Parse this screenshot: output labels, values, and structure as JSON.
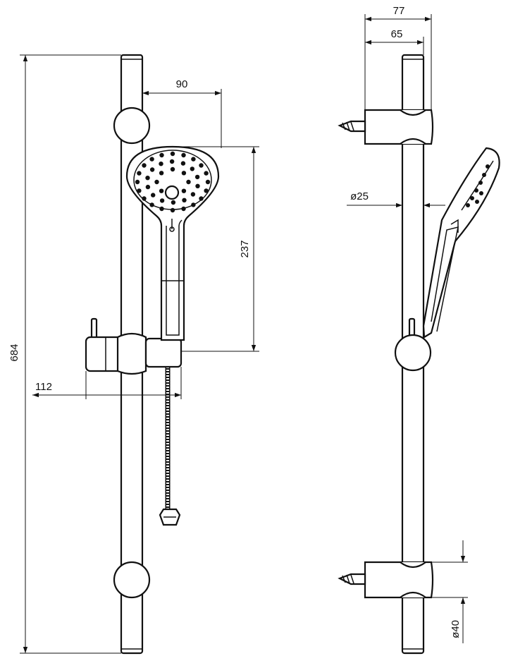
{
  "dimensions": {
    "total_height": "684",
    "head_offset": "90",
    "head_length": "237",
    "holder_projection": "112",
    "side_depth_total": "77",
    "side_depth_rail": "65",
    "rail_diameter": "ø25",
    "bracket_diameter": "ø40"
  }
}
